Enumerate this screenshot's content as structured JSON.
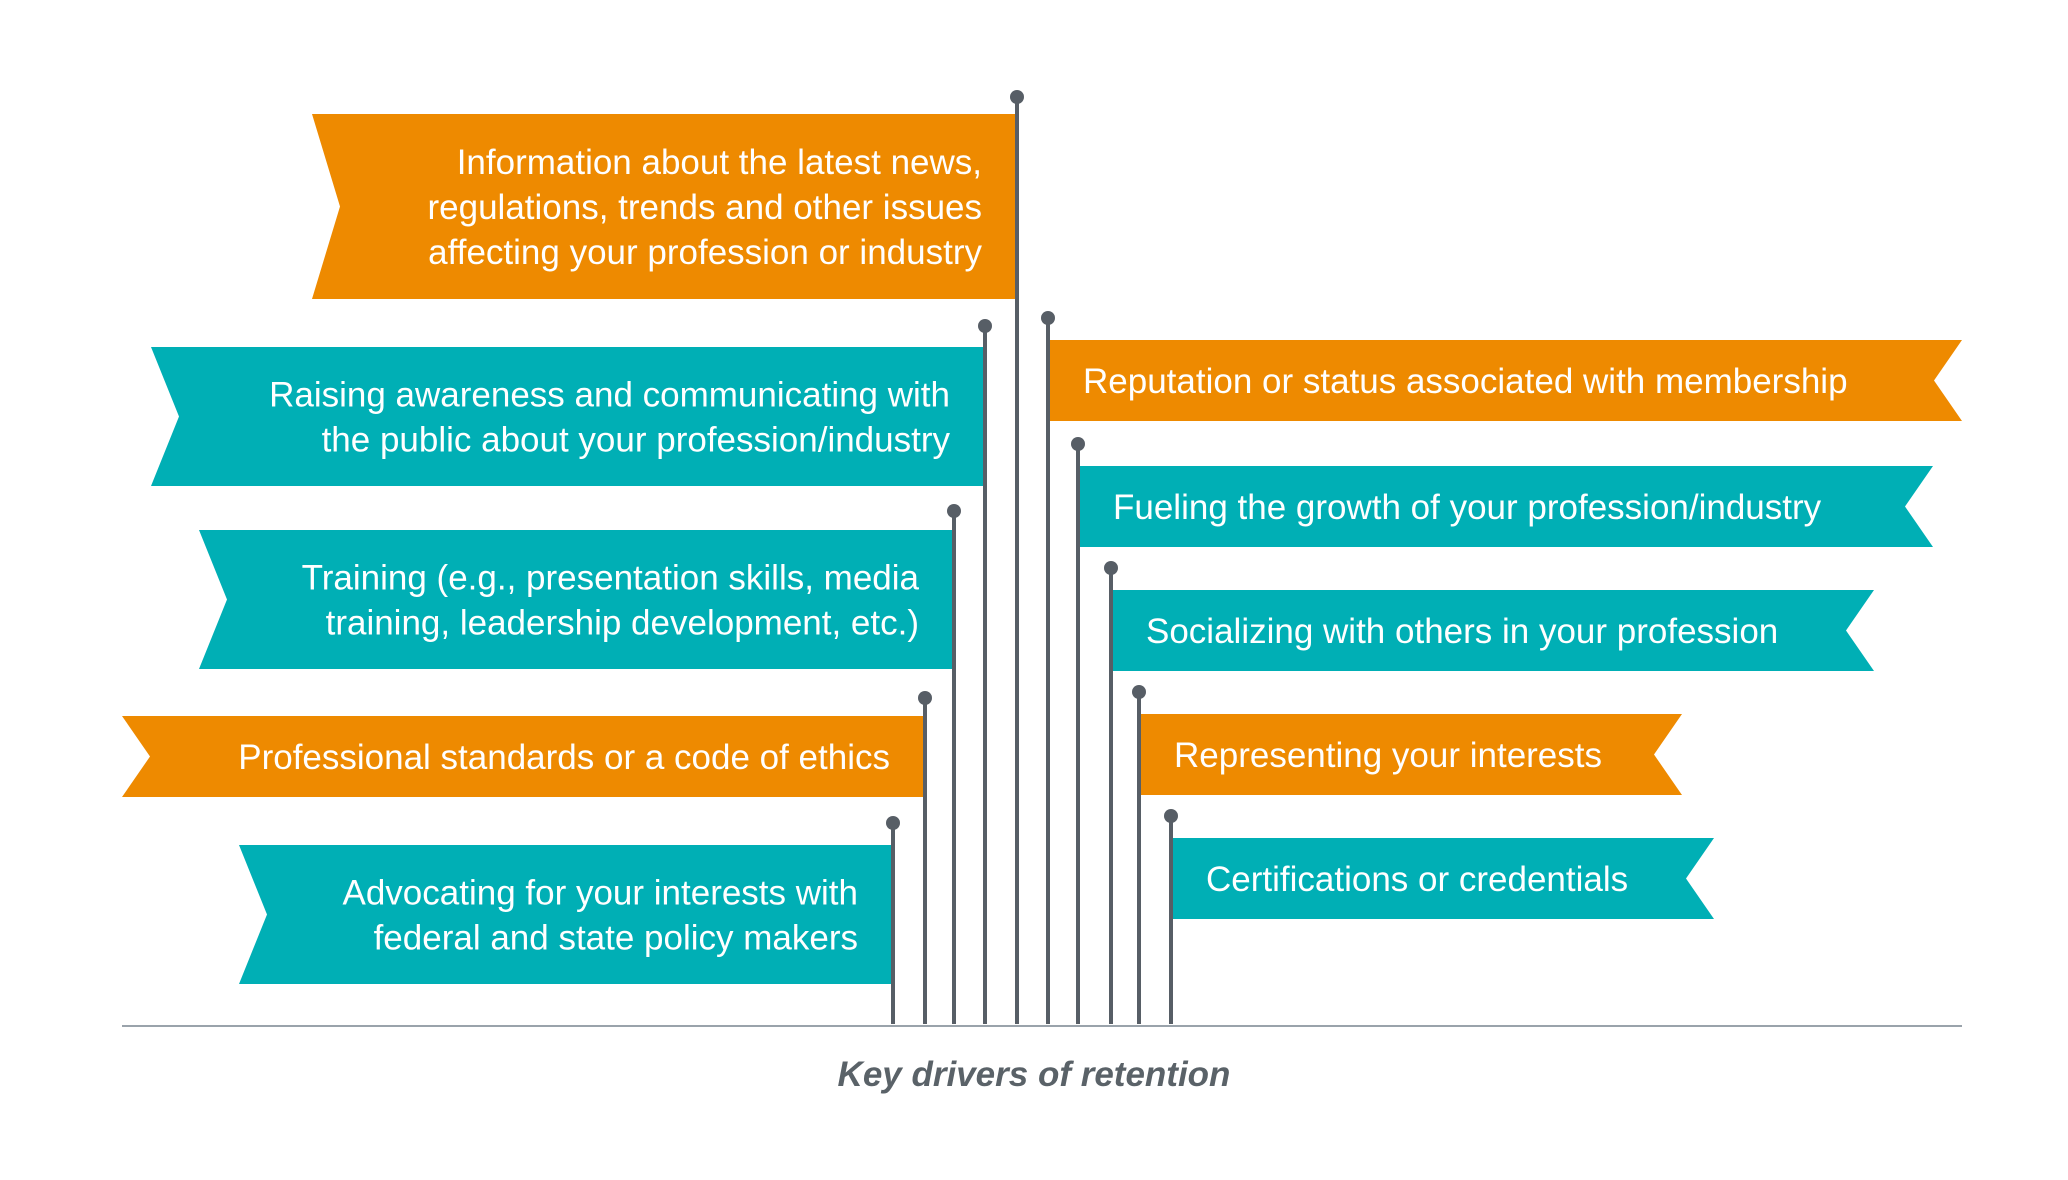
{
  "caption": "Key drivers of retention",
  "colors": {
    "orange": "#EE8A00",
    "teal": "#00AFB5",
    "pole": "#575E66",
    "axis": "#9AA3AB",
    "caption": "#5a6268"
  },
  "left_flags": [
    {
      "lines": [
        "Information about the latest news,",
        "regulations, trends and other issues",
        "affecting your profession or industry"
      ],
      "color": "orange"
    },
    {
      "lines": [
        "Raising awareness and communicating with",
        "the public about your profession/industry"
      ],
      "color": "teal"
    },
    {
      "lines": [
        "Training (e.g., presentation skills, media",
        "training, leadership development, etc.)"
      ],
      "color": "teal"
    },
    {
      "lines": [
        "Professional standards or a code of ethics"
      ],
      "color": "orange"
    },
    {
      "lines": [
        "Advocating for your interests with",
        "federal and state policy makers"
      ],
      "color": "teal"
    }
  ],
  "right_flags": [
    {
      "lines": [
        "Reputation or status associated with membership"
      ],
      "color": "orange"
    },
    {
      "lines": [
        "Fueling the growth of your profession/industry"
      ],
      "color": "teal"
    },
    {
      "lines": [
        "Socializing with others in your profession"
      ],
      "color": "teal"
    },
    {
      "lines": [
        "Representing your interests"
      ],
      "color": "orange"
    },
    {
      "lines": [
        "Certifications or credentials"
      ],
      "color": "teal"
    }
  ]
}
